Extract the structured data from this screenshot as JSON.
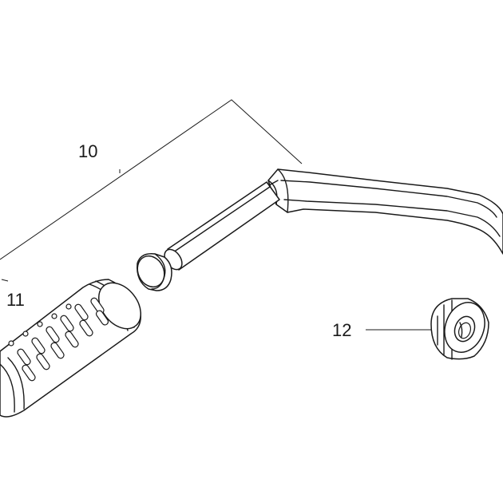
{
  "callouts": {
    "lever_assembly": "10",
    "grip": "11",
    "nut": "12"
  }
}
